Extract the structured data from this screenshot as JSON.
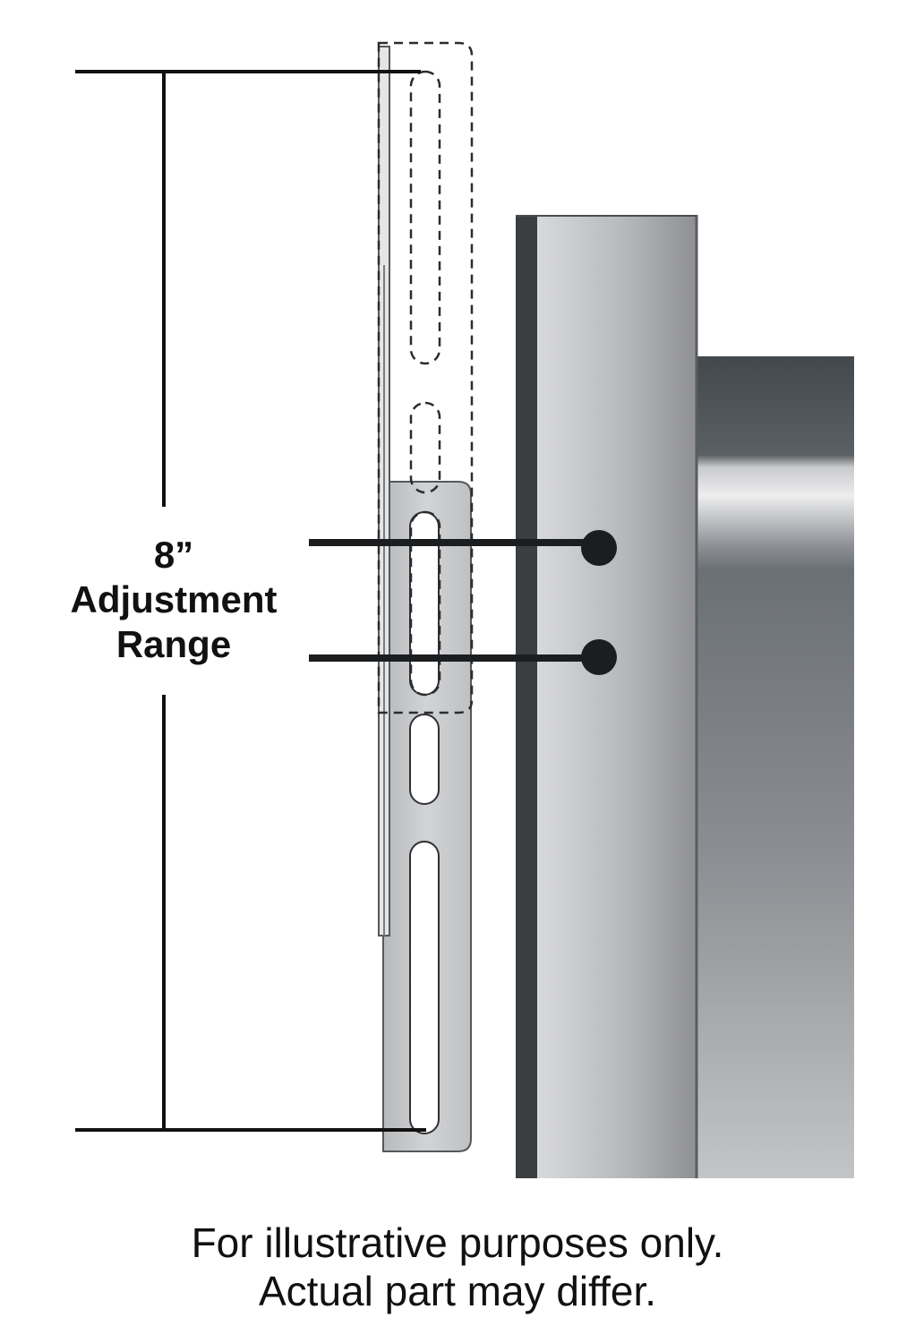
{
  "adjustment": {
    "value": "8”",
    "label_line1": "Adjustment",
    "label_line2": "Range"
  },
  "caption": {
    "line1": "For illustrative purposes only.",
    "line2": "Actual part may differ."
  },
  "colors": {
    "line": "#111111",
    "bracket_fill": "#c9cacc",
    "post_edge": "#3a3d41",
    "post_light": "#d6d7d9",
    "post_dark": "#8b8c90",
    "bar_dark": "#454a4e",
    "bar_light": "#e9eaeb"
  }
}
